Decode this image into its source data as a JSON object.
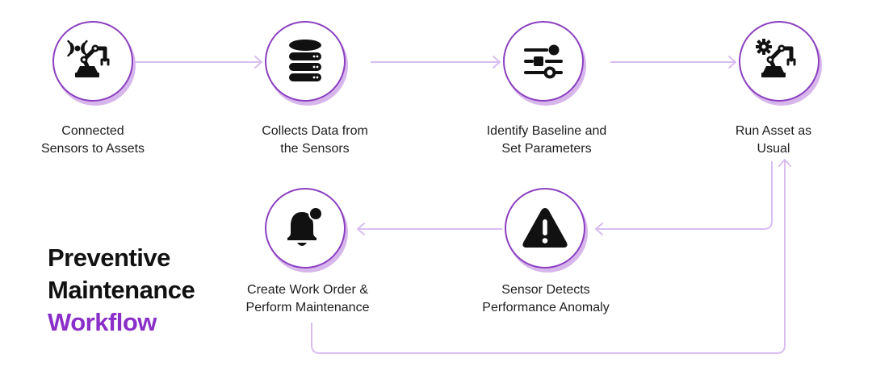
{
  "title": {
    "line1": "Preventive",
    "line2": "Maintenance",
    "line3": "Workflow"
  },
  "steps": [
    {
      "lines": [
        "Connected",
        "Sensors to Assets"
      ],
      "icon": "robotic-arm-sensor-icon"
    },
    {
      "lines": [
        "Collects Data from",
        "the Sensors"
      ],
      "icon": "database-icon"
    },
    {
      "lines": [
        "Identify Baseline and",
        "Set Parameters"
      ],
      "icon": "sliders-icon"
    },
    {
      "lines": [
        "Run Asset as",
        "Usual"
      ],
      "icon": "robotic-arm-gear-icon"
    },
    {
      "lines": [
        "Sensor Detects",
        "Performance Anomaly"
      ],
      "icon": "warning-icon"
    },
    {
      "lines": [
        "Create Work Order &",
        "Perform Maintenance"
      ],
      "icon": "bell-notification-icon"
    }
  ],
  "colors": {
    "accent": "#8b2fc9",
    "ring": "#8b3fc0",
    "ring_shadow": "#d7b6ec",
    "connector": "#d9bdf0",
    "icon": "#111111"
  }
}
